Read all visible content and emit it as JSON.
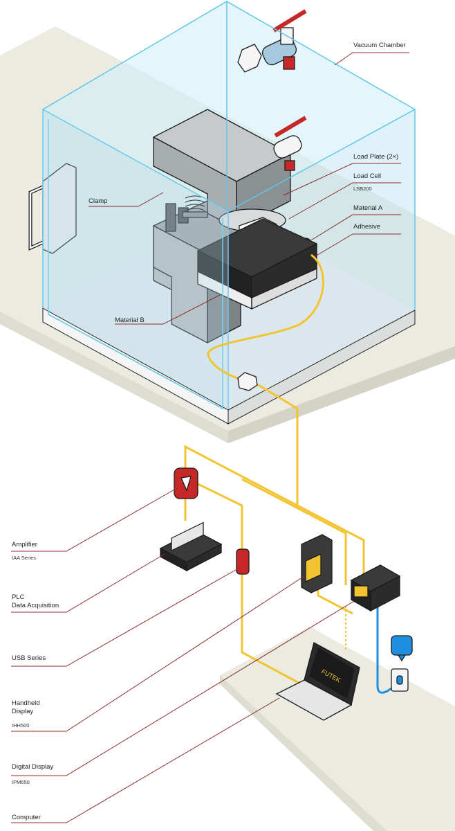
{
  "labels": {
    "vacuum_chamber": "Vacuum Chamber",
    "load_plate": "Load Plate (2×)",
    "load_cell": "Load Cell",
    "load_cell_model": "LSB200",
    "material_a": "Material A",
    "adhesive": "Adhesive",
    "clamp": "Clamp",
    "material_b": "Material B",
    "amplifier": "Amplifier",
    "amplifier_model": "IAA Series",
    "plc_line1": "PLC",
    "plc_line2": "Data Acquisition",
    "usb_series": "USB Series",
    "handheld_line1": "Handheld",
    "handheld_line2": "Display",
    "handheld_model": "IHH500",
    "digital_display": "Digital Display",
    "digital_display_model": "IPM650",
    "computer": "Computer"
  },
  "laptop_screen_text": "FUTEK",
  "colors": {
    "cable_yellow": "#f3c431",
    "leader_red": "#8e2b2b",
    "glass_blue": "#b9e3f1",
    "glass_edge": "#5ec7ea",
    "floor_beige": "#ecebe1",
    "frame_gray": "#a7abad",
    "dark_block": "#2b2b2b",
    "amplifier_red": "#c62828",
    "sensor_blue": "#1f8ee0"
  }
}
